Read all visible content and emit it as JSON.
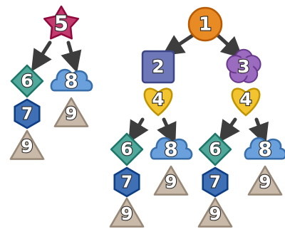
{
  "left_tree": {
    "root": {
      "label": "5",
      "shape": "star",
      "color": "#c23a6e"
    },
    "child_left": {
      "label": "6",
      "shape": "diamond",
      "color": "#4fa89a"
    },
    "child_left_sub": {
      "label": "7",
      "shape": "hexagon",
      "color": "#3f6fb5"
    },
    "child_left_leaf": {
      "label": "9",
      "shape": "triangle",
      "color": "#c9b9a8"
    },
    "child_right": {
      "label": "8",
      "shape": "cloud",
      "color": "#6aa0dc"
    },
    "child_right_leaf": {
      "label": "9",
      "shape": "triangle",
      "color": "#c9b9a8"
    }
  },
  "right_tree": {
    "root": {
      "label": "1",
      "shape": "circle",
      "color": "#e88b24"
    },
    "left": {
      "label": "2",
      "shape": "square",
      "color": "#6e78b8",
      "heart": {
        "label": "4",
        "shape": "heart",
        "color": "#f2c530"
      },
      "a": {
        "label": "6",
        "shape": "diamond",
        "color": "#4fa89a"
      },
      "a_sub": {
        "label": "7",
        "shape": "hexagon",
        "color": "#3f6fb5"
      },
      "a_leaf": {
        "label": "9",
        "shape": "triangle",
        "color": "#c9b9a8"
      },
      "b": {
        "label": "8",
        "shape": "cloud",
        "color": "#6aa0dc"
      },
      "b_leaf": {
        "label": "9",
        "shape": "triangle",
        "color": "#c9b9a8"
      }
    },
    "right": {
      "label": "3",
      "shape": "flower",
      "color": "#9b6bbf",
      "heart": {
        "label": "4",
        "shape": "heart",
        "color": "#f2c530"
      },
      "a": {
        "label": "6",
        "shape": "diamond",
        "color": "#4fa89a"
      },
      "a_sub": {
        "label": "7",
        "shape": "hexagon",
        "color": "#3f6fb5"
      },
      "a_leaf": {
        "label": "9",
        "shape": "triangle",
        "color": "#c9b9a8"
      },
      "b": {
        "label": "8",
        "shape": "cloud",
        "color": "#6aa0dc"
      },
      "b_leaf": {
        "label": "9",
        "shape": "triangle",
        "color": "#c9b9a8"
      }
    }
  },
  "colors": {
    "arrow": "#3d3d3d",
    "text": "#ffffff",
    "text_outline": "#2a2a2a"
  }
}
